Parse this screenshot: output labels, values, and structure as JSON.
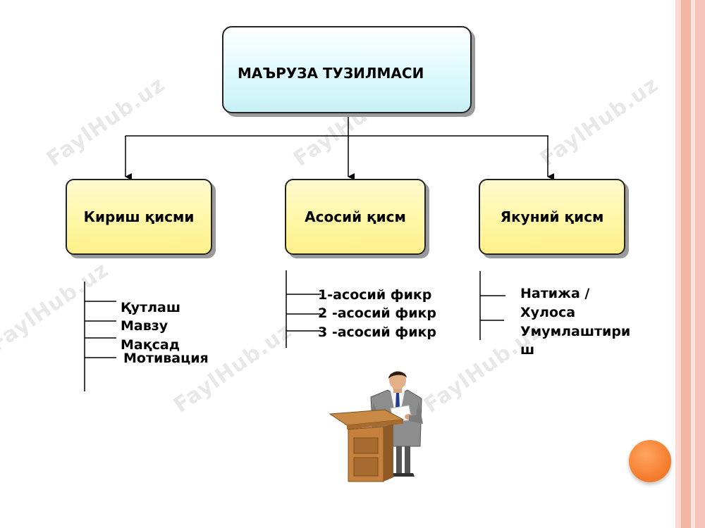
{
  "diagram": {
    "title": "МАЪРУЗА ТУЗИЛМАСИ",
    "sections": [
      {
        "label": "Кириш қисми",
        "items": [
          "Қутлаш",
          "Мавзу",
          "Мақсад",
          "Мотивация"
        ]
      },
      {
        "label": "Асосий қисм",
        "items": [
          "1-асосий фикр",
          "2 -асосий фикр",
          "3 -асосий фикр"
        ]
      },
      {
        "label": "Якуний қисм",
        "items": [
          "Натижа /",
          "Хулоса",
          "Умумлаштири",
          "ш"
        ]
      }
    ]
  },
  "watermark": "FaylHub.uz",
  "colors": {
    "title_box": "#d4f6fa",
    "section_box": "#fff5a0",
    "side_stripe": "#f6c4b8",
    "accent_circle": "#fa8a3c"
  }
}
